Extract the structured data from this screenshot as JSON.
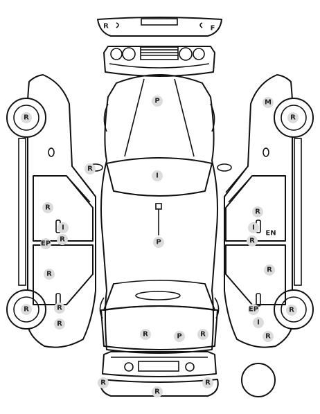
{
  "marks": {
    "front_bumper_left": "R",
    "front_bumper_right": "F",
    "hood": "P",
    "windshield": "I",
    "roof": "P",
    "left_mirror": "R",
    "left_front_wheel": "R",
    "left_front_door": "R",
    "left_door_handle_front": "I",
    "left_pillar_ep": "EP",
    "left_pillar_r": "R",
    "left_rear_door": "R",
    "left_rear_handle": "R",
    "left_rear_wheel": "R",
    "left_rear_fender": "R",
    "right_front_fender": "M",
    "right_front_wheel": "R",
    "right_front_door": "R",
    "right_door_handle_front": "I",
    "right_door_en": "EN",
    "right_pillar_r": "R",
    "right_rear_door": "R",
    "right_rear_ep": "EP",
    "right_rear_wheel": "R",
    "right_rear_i": "I",
    "right_rear_fender": "R",
    "trunk_left": "R",
    "trunk_center": "P",
    "trunk_right": "R",
    "rear_bumper_left": "R",
    "rear_bumper_center": "R",
    "rear_bumper_right": "R"
  }
}
